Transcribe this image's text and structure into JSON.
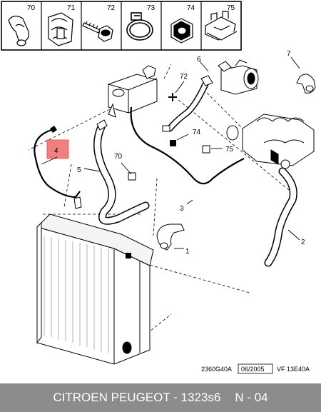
{
  "legend": [
    {
      "num": "70",
      "icon": "hose-clip-icon"
    },
    {
      "num": "71",
      "icon": "cable-clip-icon"
    },
    {
      "num": "72",
      "icon": "screw-icon"
    },
    {
      "num": "73",
      "icon": "hose-clamp-icon"
    },
    {
      "num": "74",
      "icon": "hex-nut-icon"
    },
    {
      "num": "75",
      "icon": "bracket-clip-icon"
    }
  ],
  "callouts": {
    "c1": "1",
    "c2": "2",
    "c3": "3",
    "c4": "4",
    "c5": "5",
    "c6": "6",
    "c7": "7",
    "c70": "70",
    "c72": "72",
    "c74": "74",
    "c75": "75"
  },
  "reference": {
    "code": "2360G40A",
    "date": "06/2005",
    "vf": "VF 13E40A"
  },
  "footer": {
    "brand": "CITROEN PEUGEOT - 1323s6",
    "page": "N - 04"
  },
  "colors": {
    "highlight": "#f08080",
    "footer_bg": "#8c8c8c"
  }
}
